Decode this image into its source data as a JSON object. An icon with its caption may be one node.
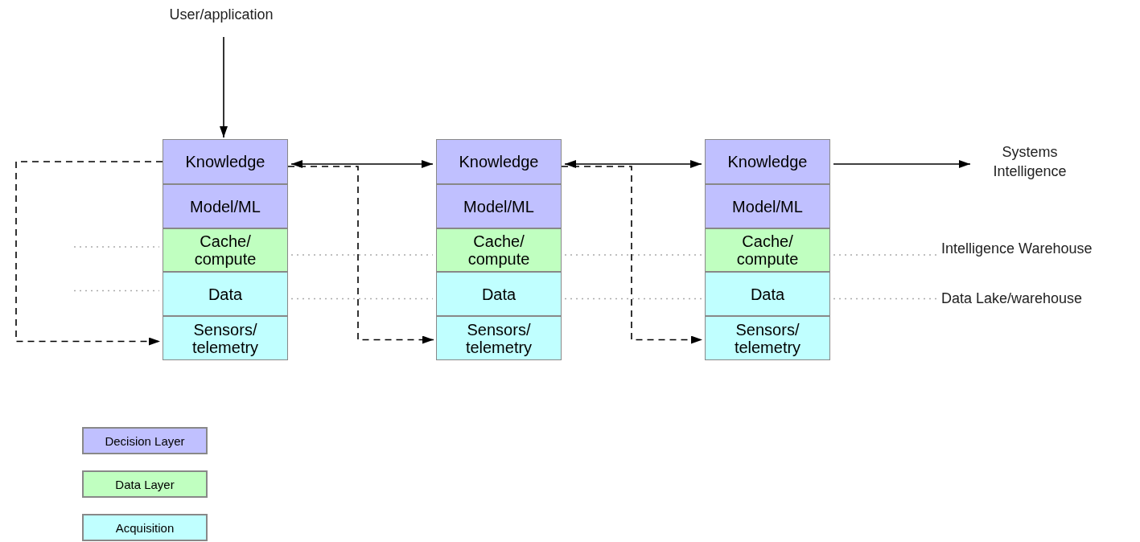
{
  "diagram": {
    "nodes": [
      {
        "text": [
          "User/application"
        ]
      },
      {
        "text": [
          "Knowledge"
        ]
      },
      {
        "text": [
          "Model/ML"
        ]
      },
      {
        "text": [
          "Cache/ compute"
        ]
      },
      {
        "text": [
          "Data"
        ]
      },
      {
        "text": [
          "Sensors/ telemetry"
        ]
      },
      {
        "text": [
          "Knowledge"
        ]
      },
      {
        "text": [
          "Model/ML"
        ]
      },
      {
        "text": [
          "Cache/ compute"
        ]
      },
      {
        "text": [
          "Data"
        ]
      },
      {
        "text": [
          "Sensors/ telemetry"
        ]
      },
      {
        "text": [
          "Knowledge"
        ]
      },
      {
        "text": [
          "Model/ML"
        ]
      },
      {
        "text": [
          "Cache/ compute"
        ]
      },
      {
        "text": [
          "Data"
        ]
      },
      {
        "text": [
          "Sensors/ telemetry"
        ]
      },
      {
        "text": [
          "Systems Intelligence"
        ]
      },
      {
        "text": [
          "Intelligence Warehouse"
        ]
      },
      {
        "text": [
          "Data Lake/warehouse"
        ]
      }
    ],
    "edges": [
      {
        "from": 0,
        "to": 1,
        "arrow": "to",
        "color": "#000000"
      },
      {
        "from": 1,
        "to": 5,
        "arrow": "to",
        "style": "dashed",
        "color": "#000000"
      },
      {
        "from": 1,
        "to": 6,
        "arrow": "both",
        "color": "#000000"
      },
      {
        "from": 1,
        "to": 10,
        "arrow": "to",
        "style": "dashed",
        "color": "#000000"
      },
      {
        "from": 6,
        "to": 11,
        "arrow": "both",
        "color": "#000000"
      },
      {
        "from": 6,
        "to": 15,
        "arrow": "to",
        "style": "dashed",
        "color": "#000000"
      },
      {
        "from": 11,
        "to": 16,
        "arrow": "to",
        "color": "#000000"
      },
      {
        "from": null,
        "to": 3,
        "arrow": "none",
        "style": "dashed",
        "color": "#aaaaaa"
      },
      {
        "from": 3,
        "to": 8,
        "arrow": "none",
        "style": "dashed",
        "color": "#aaaaaa"
      },
      {
        "from": 8,
        "to": 13,
        "arrow": "none",
        "style": "dashed",
        "color": "#aaaaaa"
      },
      {
        "from": 13,
        "to": 17,
        "arrow": "none",
        "style": "dashed",
        "color": "#aaaaaa"
      },
      {
        "from": null,
        "to": 4,
        "arrow": "none",
        "style": "dashed",
        "color": "#aaaaaa"
      },
      {
        "from": 4,
        "to": 9,
        "arrow": "none",
        "style": "dashed",
        "color": "#aaaaaa"
      },
      {
        "from": 9,
        "to": 14,
        "arrow": "none",
        "style": "dashed",
        "color": "#aaaaaa"
      },
      {
        "from": 14,
        "to": 18,
        "arrow": "none",
        "style": "dashed",
        "color": "#aaaaaa"
      }
    ],
    "legend": [
      {
        "text": "Decision Layer",
        "color": "#c0c0ff"
      },
      {
        "text": "Data Layer",
        "color": "#c0ffc0"
      },
      {
        "text": "Acquisition",
        "color": "#c0ffff"
      }
    ]
  }
}
